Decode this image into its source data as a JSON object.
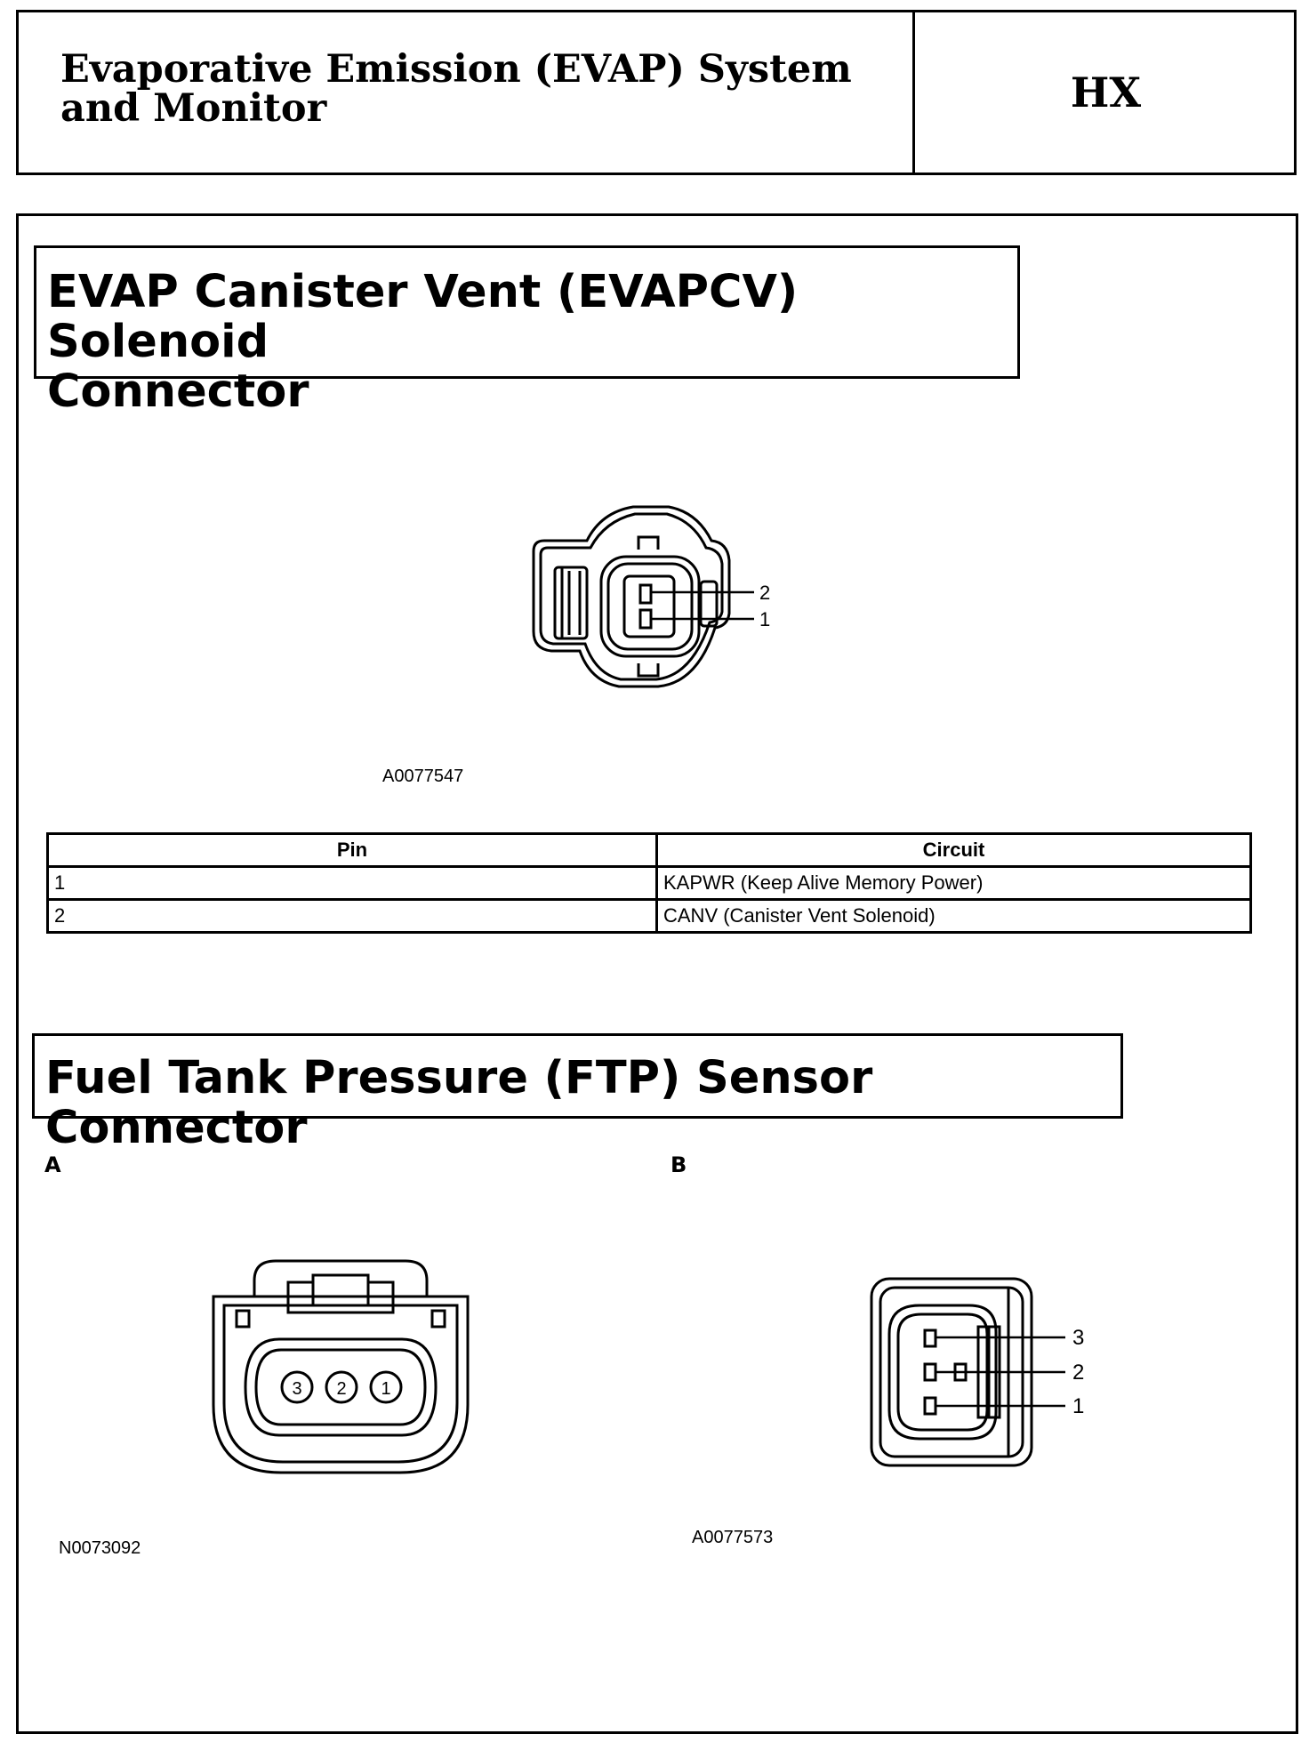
{
  "header": {
    "title_line1": "Evaporative Emission (EVAP) System",
    "title_line2": "and Monitor",
    "code": "HX"
  },
  "section1": {
    "title_line1": "EVAP Canister Vent (EVAPCV) Solenoid",
    "title_line2": "Connector",
    "figure_code": "A0077547",
    "pin_labels": [
      "2",
      "1"
    ],
    "table": {
      "headers": [
        "Pin",
        "Circuit"
      ],
      "rows": [
        {
          "pin": "1",
          "circuit": "KAPWR (Keep Alive Memory Power)"
        },
        {
          "pin": "2",
          "circuit": "CANV (Canister Vent Solenoid)"
        }
      ]
    }
  },
  "section2": {
    "title": "Fuel Tank Pressure (FTP) Sensor Connector",
    "panel_a": {
      "label": "A",
      "figure_code": "N0073092",
      "pin_labels": [
        "3",
        "2",
        "1"
      ]
    },
    "panel_b": {
      "label": "B",
      "figure_code": "A0077573",
      "pin_labels": [
        "3",
        "2",
        "1"
      ]
    }
  }
}
